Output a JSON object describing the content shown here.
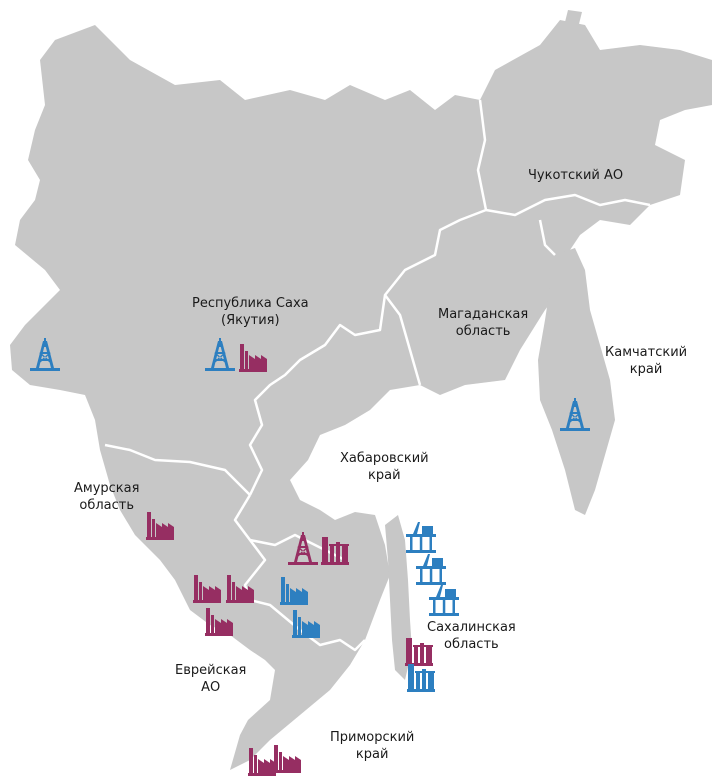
{
  "colors": {
    "land": "#c7c7c7",
    "border": "#ffffff",
    "blue_icon": "#2d7fc0",
    "purple_icon": "#962e62",
    "text": "#1a1a1a"
  },
  "regions": {
    "chukotka": {
      "line1": "Чукотский АО"
    },
    "sakha": {
      "line1": "Республика Саха",
      "line2": "(Якутия)"
    },
    "magadan": {
      "line1": "Магаданская",
      "line2": "область"
    },
    "kamchatka": {
      "line1": "Камчатский",
      "line2": "край"
    },
    "khabarovsk": {
      "line1": "Хабаровский",
      "line2": "край"
    },
    "amur": {
      "line1": "Амурская",
      "line2": "область"
    },
    "sakhalin": {
      "line1": "Сахалинская",
      "line2": "область"
    },
    "jewish": {
      "line1": "Еврейская",
      "line2": "АО"
    },
    "primorye": {
      "line1": "Приморский",
      "line2": "край"
    }
  },
  "icons": {
    "drilling_rig": "drilling-rig-icon",
    "factory": "factory-icon",
    "offshore_platform": "offshore-platform-icon",
    "processing_plant": "processing-plant-icon"
  }
}
